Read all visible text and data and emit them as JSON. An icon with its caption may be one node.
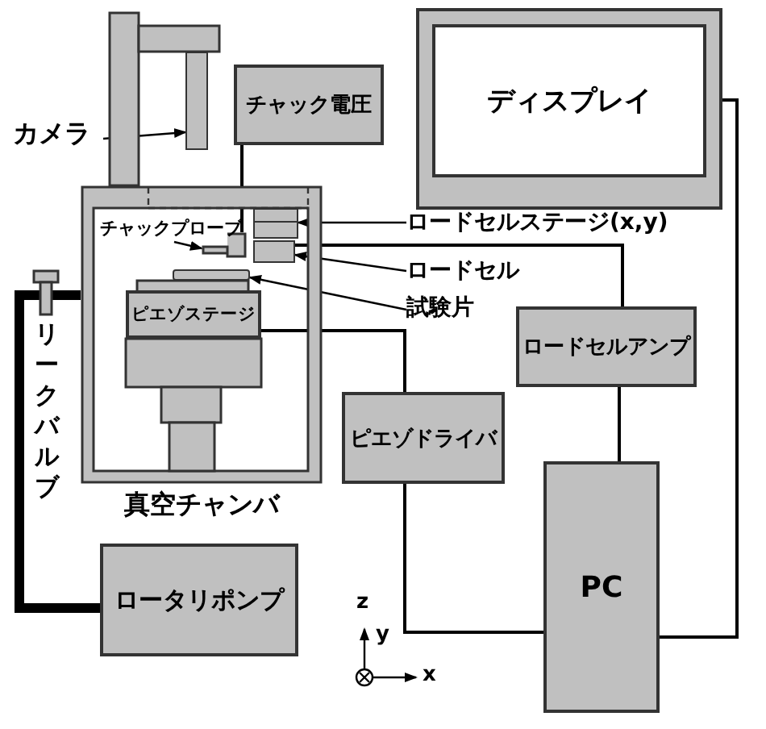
{
  "diagram": {
    "nodes": [
      {
        "text": [
          "カメラ"
        ]
      },
      {
        "text": [],
        "shape": "box"
      },
      {
        "text": [
          "チャック電圧"
        ]
      },
      {
        "text": [
          "ディスプレイ"
        ]
      },
      {
        "text": [
          "真空チャンバ"
        ]
      },
      {
        "text": [],
        "shape": "box",
        "in": 4
      },
      {
        "text": [],
        "shape": "box",
        "in": 4
      },
      {
        "text": [],
        "shape": "box",
        "in": 4
      },
      {
        "text": [],
        "shape": "bar",
        "in": 4
      },
      {
        "text": [
          "ピエゾステージ"
        ],
        "in": 4
      },
      {
        "text": [
          "チャックプローブ"
        ],
        "in": 4
      },
      {
        "text": [
          "ロードセルステージ(x,y)"
        ]
      },
      {
        "text": [
          "ロードセル"
        ]
      },
      {
        "text": [
          "試験片"
        ]
      },
      {
        "text": [
          "ロードセルアンプ"
        ]
      },
      {
        "text": [
          "ピエゾドライバ"
        ]
      },
      {
        "text": [
          "ロータリポンプ"
        ]
      },
      {
        "text": [
          "PC"
        ]
      }
    ],
    "edges": [
      {
        "from": 0,
        "to": 1,
        "arrow": "to"
      },
      {
        "from": 10,
        "to": 5,
        "arrow": "to"
      },
      {
        "from": 11,
        "to": 6,
        "arrow": "to"
      },
      {
        "from": 12,
        "to": 7,
        "arrow": "to"
      },
      {
        "from": 13,
        "to": 8,
        "arrow": "to"
      },
      {
        "from": 2,
        "to": 5,
        "arrow": "none"
      },
      {
        "from": 7,
        "to": 14,
        "arrow": "none"
      },
      {
        "from": 14,
        "to": 17,
        "arrow": "none"
      },
      {
        "from": 9,
        "to": 15,
        "arrow": "none"
      },
      {
        "from": 15,
        "to": 17,
        "arrow": "none"
      },
      {
        "from": 17,
        "to": 3,
        "arrow": "none"
      },
      {
        "from": 4,
        "to": 16,
        "arrow": "none",
        "style": "thick"
      }
    ],
    "labels": [
      "リークバルブ",
      "z",
      "y",
      "x"
    ]
  }
}
